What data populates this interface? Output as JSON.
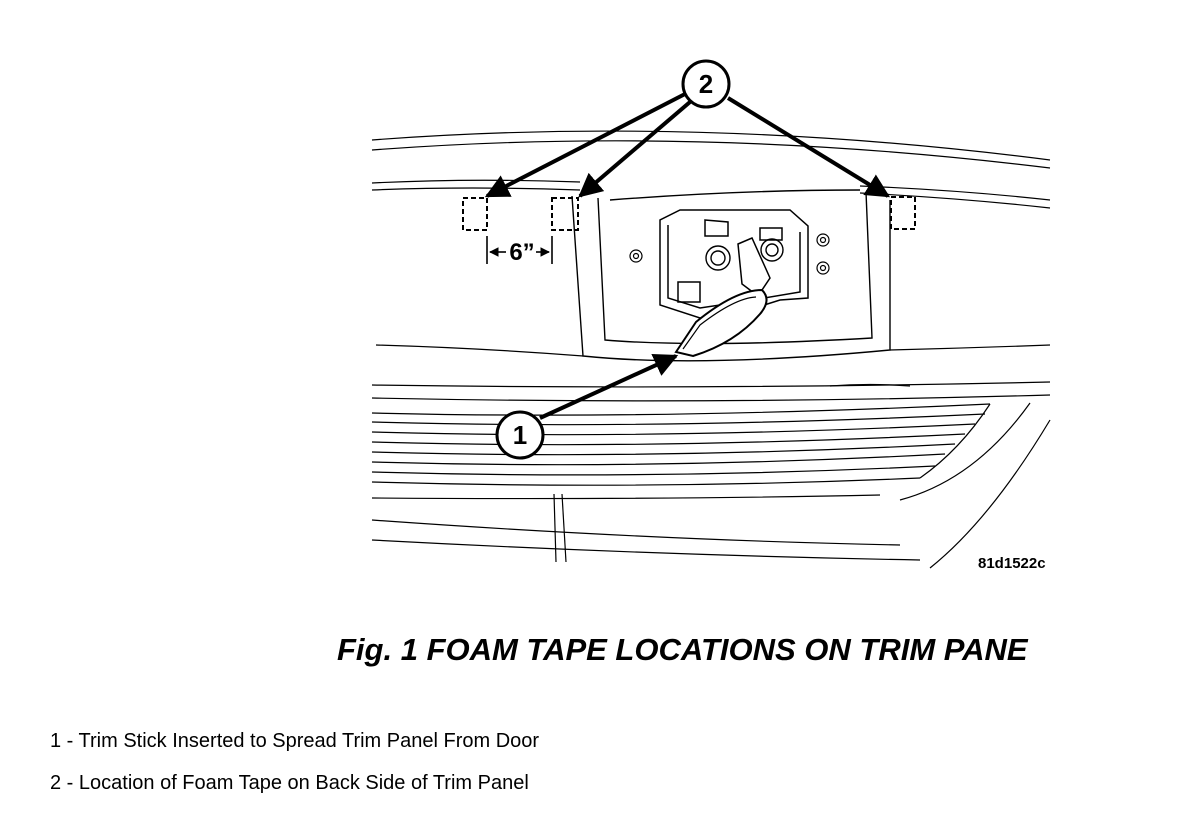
{
  "figure": {
    "callouts": [
      {
        "number": "1"
      },
      {
        "number": "2"
      }
    ],
    "dimension_label": "6”",
    "drawing_code": "81d1522c"
  },
  "caption": "Fig. 1 FOAM TAPE LOCATIONS ON TRIM PANE",
  "legend": [
    {
      "text": "1 - Trim Stick Inserted to Spread Trim Panel From Door"
    },
    {
      "text": "2 - Location of Foam Tape on Back Side of Trim Panel"
    }
  ]
}
